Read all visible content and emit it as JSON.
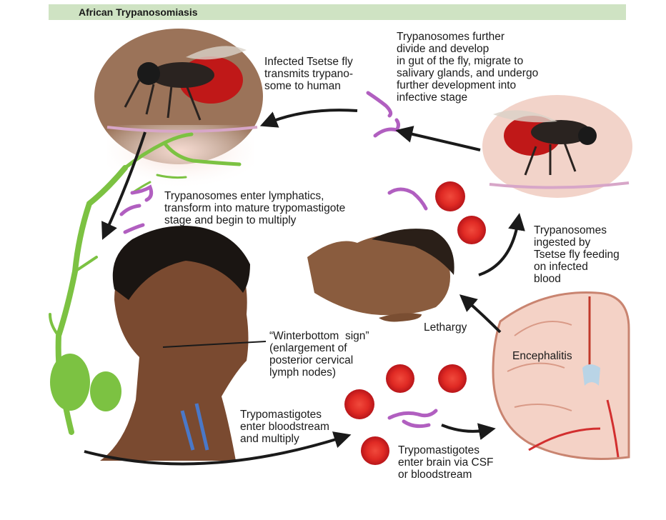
{
  "title": "African Trypanosomiasis",
  "labels": {
    "infected_fly": "Infected Tsetse fly\ntransmits trypano-\nsome to human",
    "further_divide": "Trypanosomes further\ndivide and develop\nin gut of the fly, migrate to\nsalivary glands, and undergo\nfurther development into\ninfective stage",
    "enter_lymphatics": "Trypanosomes enter lymphatics,\ntransform into mature trypomastigote\nstage and begin to multiply",
    "ingested": "Trypanosomes\ningested by\nTsetse fly feeding\non infected\nblood",
    "lethargy": "Lethargy",
    "winterbottom": "“Winterbottom  sign”\n(enlargement of\nposterior cervical\nlymph nodes)",
    "encephalitis": "Encephalitis",
    "bloodstream": "Trypomastigotes\nenter bloodstream\nand multiply",
    "brain": "Trypomastigotes\nenter brain via CSF\nor bloodstream"
  },
  "colors": {
    "title_bar": "#cfe3c3",
    "lymph": "#7cc242",
    "rbc": "#e02a24",
    "parasite": "#b15fc0",
    "skin": "#f2d3c9",
    "arrow": "#1a1a1a"
  }
}
